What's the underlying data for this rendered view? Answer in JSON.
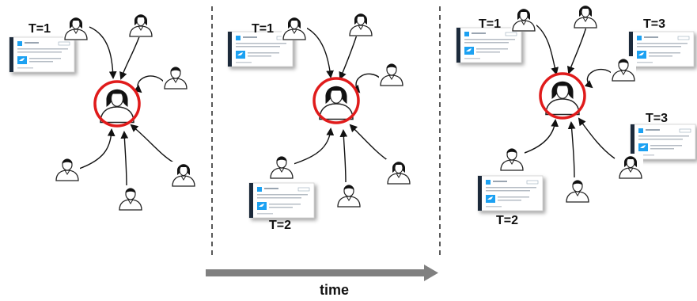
{
  "colors": {
    "background": "#ffffff",
    "arrow": "#111111",
    "highlight_ring": "#e01b1b",
    "card_spine": "#1e2a3a",
    "card_logo": "#1da1f2",
    "timeline_arrow": "#808080",
    "divider": "#222222"
  },
  "icons": {
    "person_male": "person-male-icon",
    "person_female": "person-female-icon",
    "tweet_card": "tweet-card-icon",
    "bird_logo": "bird-logo-icon"
  },
  "panels": [
    {
      "time_labels": [
        "T=1"
      ],
      "male_count": 4,
      "female_count": 3,
      "tweet_count": 1
    },
    {
      "time_labels": [
        "T=1",
        "T=2"
      ],
      "male_count": 4,
      "female_count": 3,
      "tweet_count": 2
    },
    {
      "time_labels": [
        "T=1",
        "T=3",
        "T=3",
        "T=2"
      ],
      "male_count": 4,
      "female_count": 3,
      "tweet_count": 4
    }
  ],
  "timeline": {
    "label": "time"
  }
}
